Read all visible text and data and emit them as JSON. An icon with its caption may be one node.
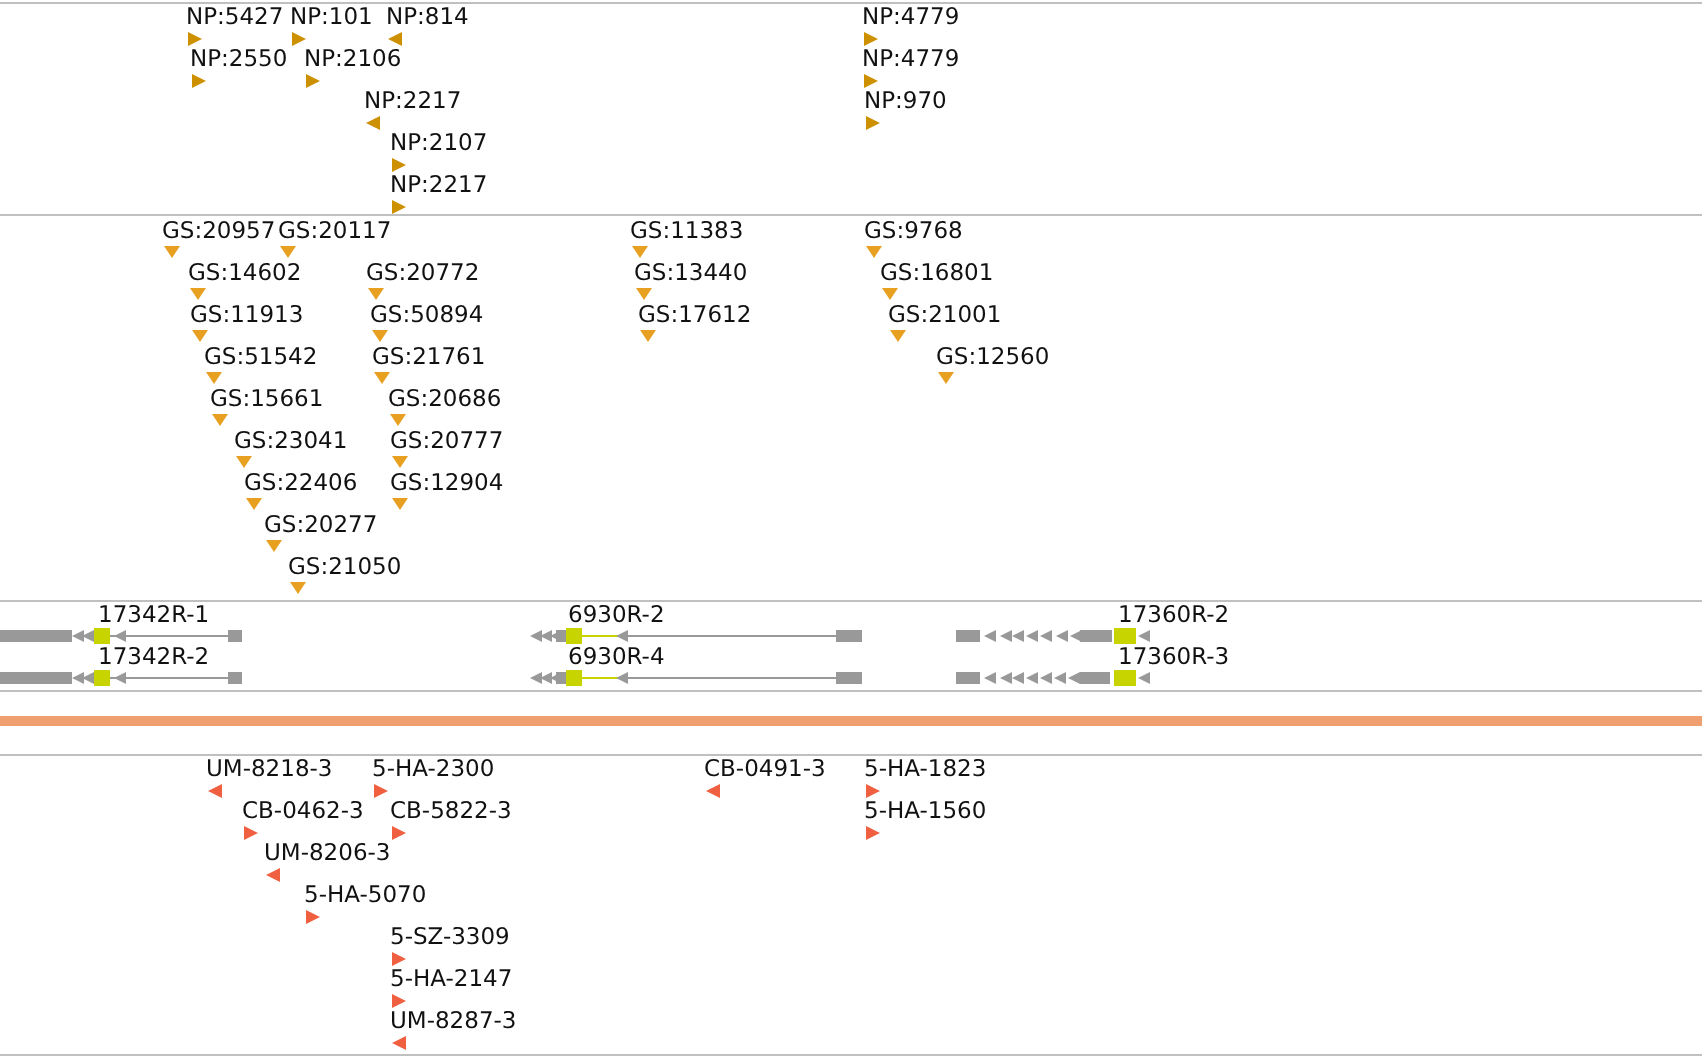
{
  "diagram": {
    "labels": [
      "NP:5427",
      "NP:101",
      "NP:814",
      "NP:4779",
      "NP:2550",
      "NP:2106",
      "NP:4779",
      "NP:2217",
      "NP:970",
      "NP:2107",
      "NP:2217",
      "GS:20957",
      "GS:20117",
      "GS:11383",
      "GS:9768",
      "GS:14602",
      "GS:20772",
      "GS:13440",
      "GS:16801",
      "GS:11913",
      "GS:50894",
      "GS:17612",
      "GS:21001",
      "GS:51542",
      "GS:21761",
      "GS:12560",
      "GS:15661",
      "GS:20686",
      "GS:23041",
      "GS:20777",
      "GS:22406",
      "GS:12904",
      "GS:20277",
      "GS:21050",
      "17342R-1",
      "6930R-2",
      "17360R-2",
      "17342R-2",
      "6930R-4",
      "17360R-3",
      "UM-8218-3",
      "5-HA-2300",
      "CB-0491-3",
      "5-HA-1823",
      "CB-0462-3",
      "CB-5822-3",
      "5-HA-1560",
      "UM-8206-3",
      "5-HA-5070",
      "5-SZ-3309",
      "5-HA-2147",
      "UM-8287-3"
    ]
  }
}
